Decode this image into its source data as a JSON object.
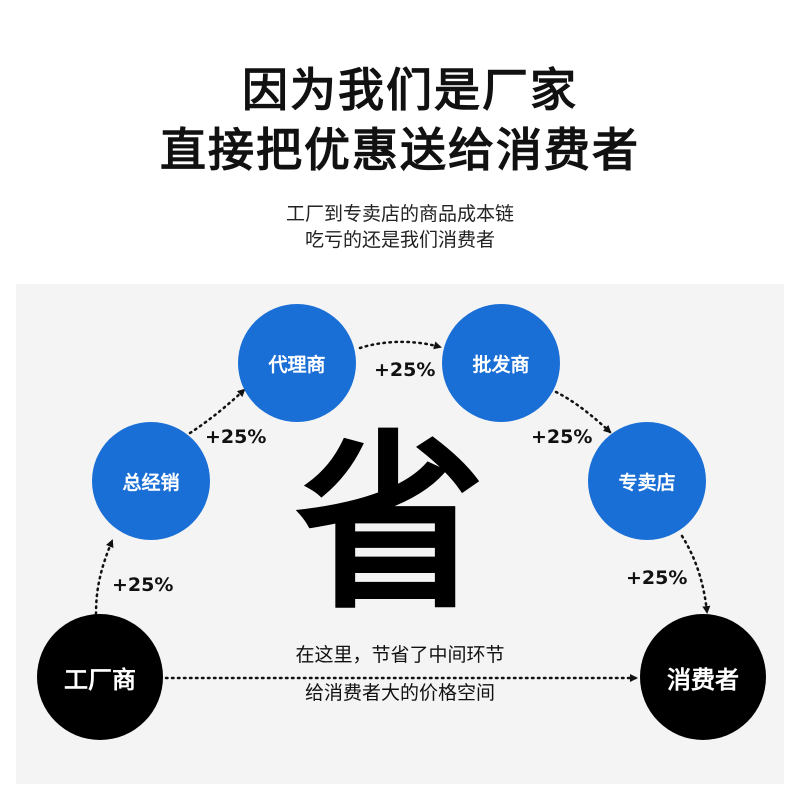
{
  "headline": {
    "line1": "因为我们是厂家",
    "line2": "直接把优惠送给消费者"
  },
  "subtitle": {
    "line1": "工厂到专卖店的商品成本链",
    "line2": "吃亏的还是我们消费者"
  },
  "diagram": {
    "nodes": {
      "factory": "工厂商",
      "distributor": "总经销",
      "agent": "代理商",
      "wholesaler": "批发商",
      "store": "专卖店",
      "consumer": "消费者"
    },
    "markups": {
      "factory_to_distributor": "+25%",
      "distributor_to_agent": "+25%",
      "agent_to_wholesaler": "+25%",
      "wholesaler_to_store": "+25%",
      "store_to_consumer": "+25%"
    },
    "center_char": "省",
    "direct_text": {
      "line1": "在这里，节省了中间环节",
      "line2": "给消费者大的价格空间"
    }
  },
  "colors": {
    "blue_node": "#1a6fd6",
    "black_node": "#000000",
    "panel_bg": "#f4f4f4"
  }
}
